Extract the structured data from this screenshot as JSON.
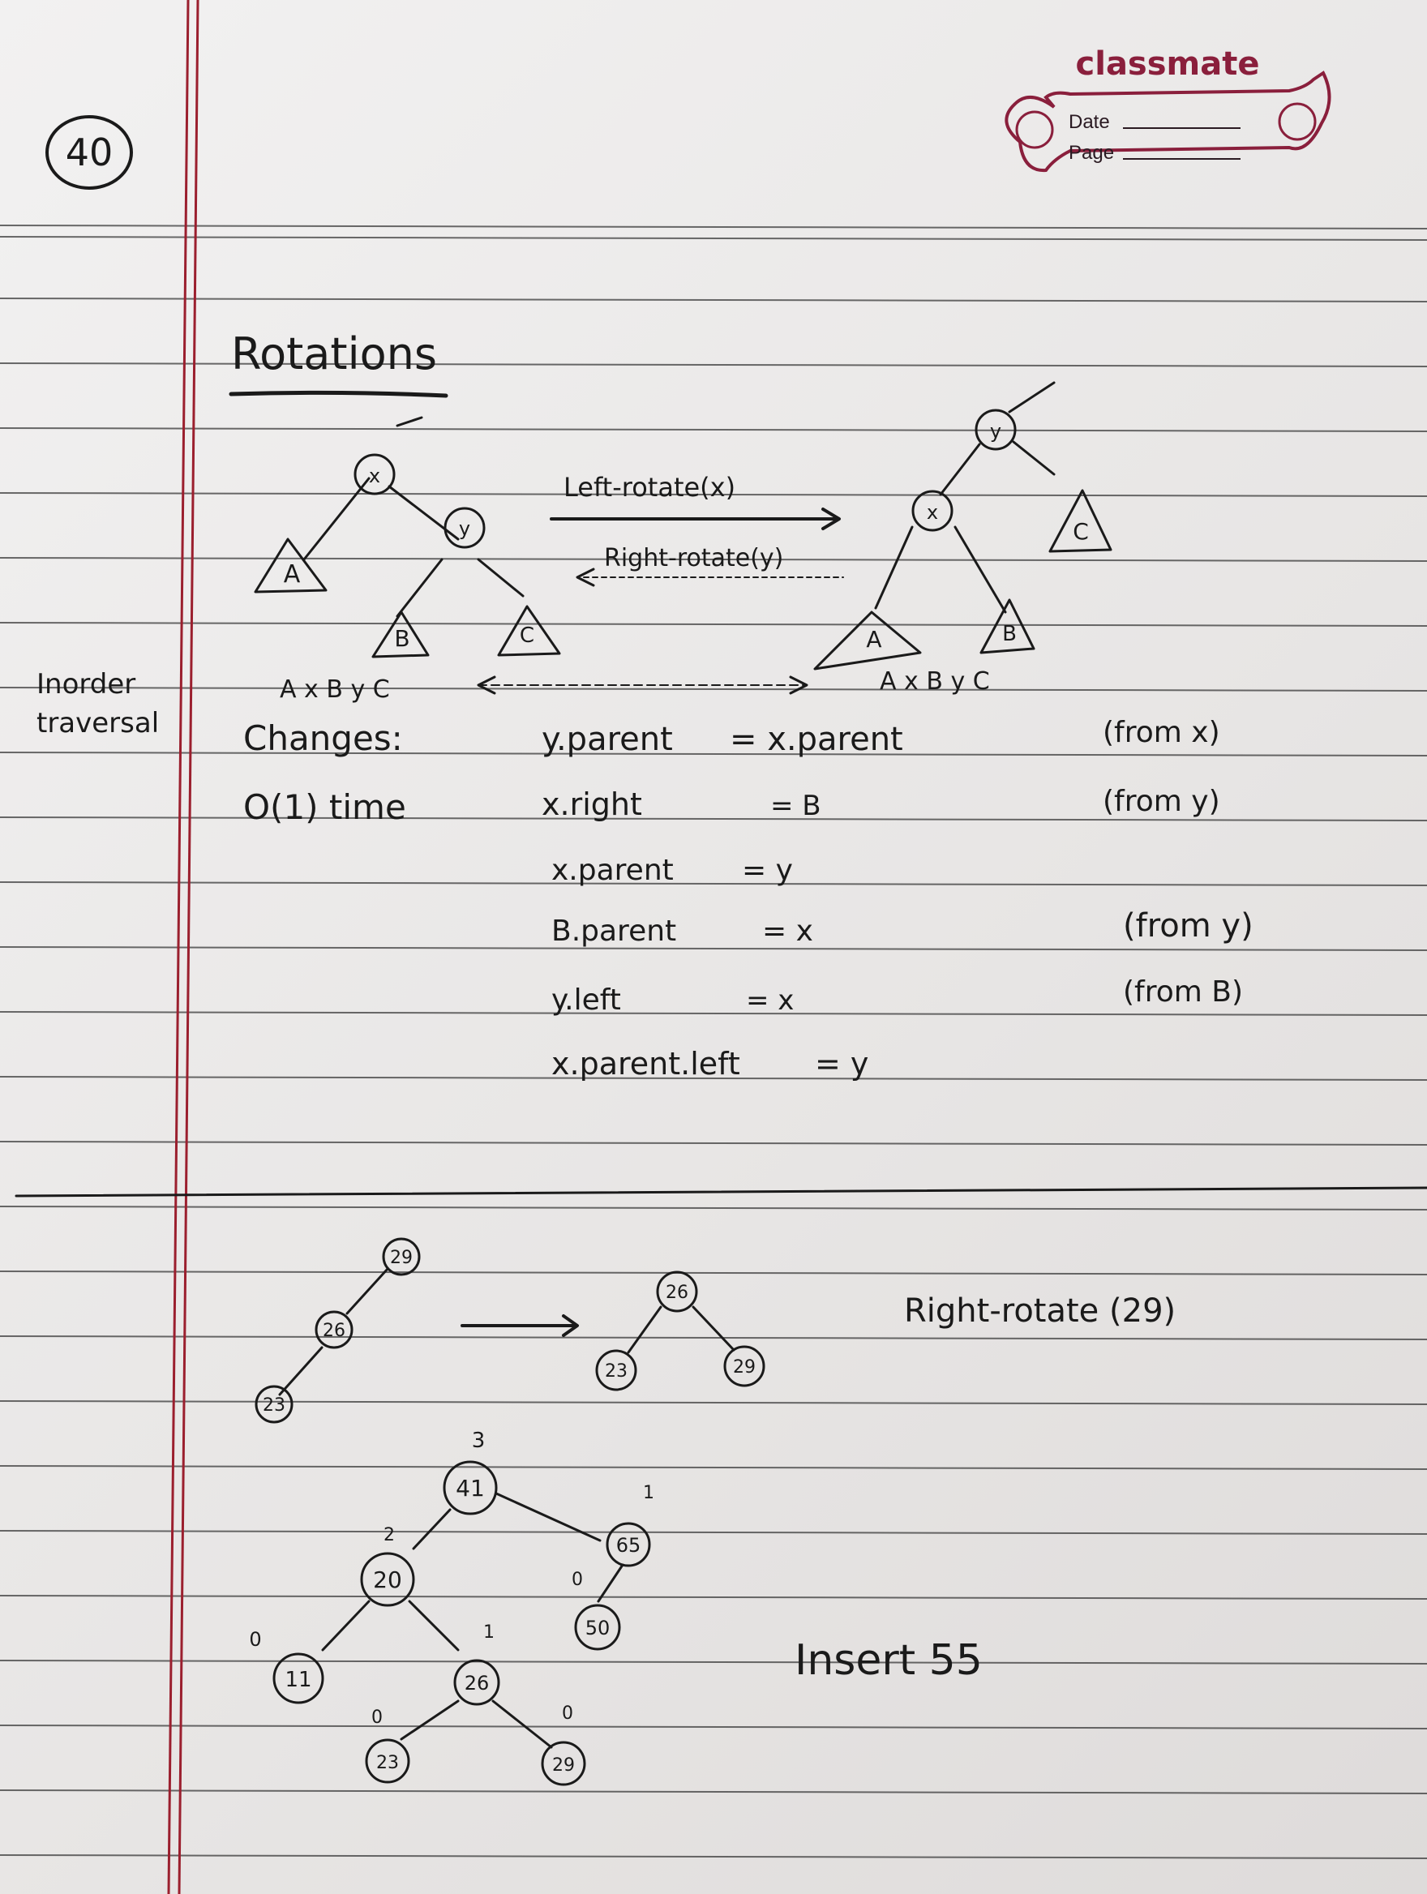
{
  "header": {
    "page_number": "40",
    "brand": "classmate",
    "date_label": "Date",
    "page_label": "Page"
  },
  "title": "Rotations",
  "margin_note": {
    "line1": "Inorder",
    "line2": "traversal"
  },
  "rotation_diagram": {
    "left_tree": {
      "root": "x",
      "child": "y",
      "subtrees": [
        "A",
        "B",
        "C"
      ]
    },
    "right_tree": {
      "root": "y",
      "child": "x",
      "subtrees": [
        "A",
        "B",
        "C"
      ]
    },
    "left_rotate_label": "Left-rotate(x)",
    "right_rotate_label": "Right-rotate(y)",
    "left_inorder": "A x B y C",
    "right_inorder": "A x B y C"
  },
  "changes": {
    "heading": "Changes:",
    "complexity": "O(1) time",
    "lines": [
      {
        "lhs": "y.parent",
        "rhs": "= x.parent"
      },
      {
        "lhs": "x.right",
        "rhs": "= B"
      },
      {
        "lhs": "x.parent",
        "rhs": "= y"
      },
      {
        "lhs": "B.parent",
        "rhs": "= x"
      },
      {
        "lhs": "y.left",
        "rhs": "= x"
      },
      {
        "lhs": "x.parent.left",
        "rhs": "= y"
      }
    ],
    "notes": [
      "(from x)",
      "(from y)",
      "(from y)",
      "(from B)"
    ]
  },
  "example_rotation": {
    "before": [
      "29",
      "26",
      "23"
    ],
    "after_root": "26",
    "after_left": "23",
    "after_right": "29",
    "caption": "Right-rotate (29)"
  },
  "insert_tree": {
    "nodes": [
      "41",
      "20",
      "65",
      "11",
      "26",
      "50",
      "23",
      "29"
    ],
    "heights": [
      "3",
      "2",
      "1",
      "0",
      "1",
      "0",
      "0",
      "0"
    ],
    "caption": "Insert 55"
  }
}
